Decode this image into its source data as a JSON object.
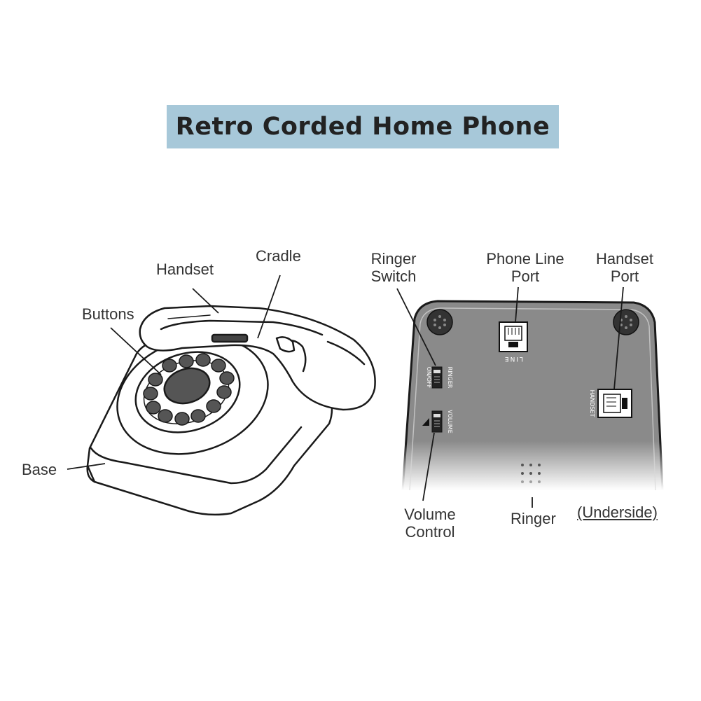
{
  "title": "Retro Corded Home Phone",
  "colors": {
    "title_bg": "#a7c8d9",
    "underside": "#8a8a8a",
    "outline": "#1a1a1a"
  },
  "labels": {
    "handset": "Handset",
    "cradle": "Cradle",
    "buttons": "Buttons",
    "base": "Base",
    "ringer_switch": [
      "Ringer",
      "Switch"
    ],
    "phone_line_port": [
      "Phone Line",
      "Port"
    ],
    "handset_port": [
      "Handset",
      "Port"
    ],
    "volume_control": [
      "Volume",
      "Control"
    ],
    "ringer": "Ringer",
    "underside": "(Underside)"
  },
  "device_print": {
    "line": "LINE",
    "handset": "HANDSET",
    "ringer": "RINGER",
    "ringer_state": "ON/OFF",
    "volume": "VOLUME"
  }
}
